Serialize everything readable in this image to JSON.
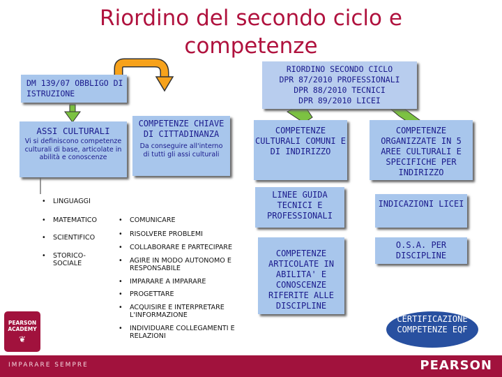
{
  "title": "Riordino del secondo ciclo e competenze",
  "boxes": {
    "dm": "DM 139/07 OBBLIGO DI ISTRUZIONE",
    "riordino": [
      "RIORDINO SECONDO CICLO",
      "DPR 87/2010 PROFESSIONALI",
      "DPR 88/2010 TECNICI",
      "DPR 89/2010 LICEI"
    ],
    "assi": {
      "heading": "ASSI CULTURALI",
      "desc": "Vi si definiscono competenze culturali di base, articolate in abilità e conoscenze"
    },
    "chiave": {
      "heading": "COMPETENZE CHIAVE DI CITTADINANZA",
      "desc": "Da conseguire all'interno di tutti gli assi culturali"
    },
    "comuni": "COMPETENZE CULTURALI COMUNI E DI INDIRIZZO",
    "organizzate": "COMPETENZE ORGANIZZATE IN 5 AREE CULTURALI E SPECIFICHE PER INDIRIZZO",
    "linee": "LINEE GUIDA TECNICI E PROFESSIONALI",
    "indicazioni": "INDICAZIONI LICEI",
    "articolate": "COMPETENZE ARTICOLATE IN ABILITA' E CONOSCENZE RIFERITE ALLE DISCIPLINE",
    "osa": "O.S.A. PER DISCIPLINE",
    "certificazione": "CERTIFICAZIONE COMPETENZE EQF"
  },
  "assi_list": [
    "LINGUAGGI",
    "MATEMATICO",
    "SCIENTIFICO",
    "STORICO-SOCIALE"
  ],
  "chiave_list": [
    "COMUNICARE",
    "RISOLVERE PROBLEMI",
    "COLLABORARE E PARTECIPARE",
    "AGIRE IN MODO AUTONOMO E RESPONSABILE",
    "IMPARARE A IMPARARE",
    "PROGETTARE",
    "ACQUISIRE E INTERPRETARE L'INFORMAZIONE",
    "INDIVIDUARE COLLEGAMENTI E RELAZIONI"
  ],
  "bullet": "•",
  "footer": {
    "tagline": "IMPARARE SEMPRE",
    "brand": "PEARSON"
  },
  "academy": {
    "line1": "PEARSON",
    "line2": "ACADEMY"
  },
  "colors": {
    "title": "#b0123e",
    "box": "#a8c6ec",
    "box_text": "#1a1a8c",
    "arrow_green": "#7cc242",
    "arrow_orange": "#f7a21b",
    "footer": "#a1123d",
    "cert": "#2850a0"
  }
}
